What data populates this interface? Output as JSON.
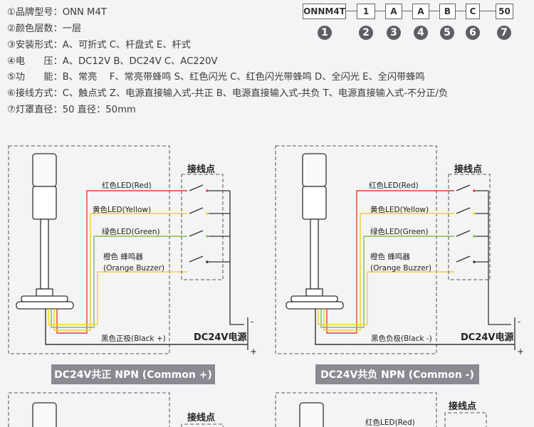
{
  "specs": [
    "①品牌型号：ONN M4T",
    "②颜色层数：一层",
    "③安装形式：A、可折式  C、杆盘式  E、杆式",
    "④电　　压：A、DC12V  B、DC24V  C、AC220V",
    "⑤功　　能：B、常亮　 F、常亮带蜂鸣  S、红色闪光  C、红色闪光带蜂鸣  D、全闪光  E、全闪带蜂鸣",
    "⑥接线方式：C、触点式  Z、电源直接输入式-共正  B、电源直接输入式-共负  T、电源直接输入式-不分正/负",
    "⑦灯罩直径：50  直径：50mm"
  ],
  "model_code": {
    "segments": [
      "ONNM4T",
      "1",
      "A",
      "A",
      "B",
      "C",
      "50"
    ],
    "numbers": [
      "1",
      "2",
      "3",
      "4",
      "5",
      "6",
      "7"
    ]
  },
  "diagrams": [
    {
      "terminal_title": "接线点",
      "led_red": "红色LED(Red)",
      "led_yellow": "黄色LED(Yellow)",
      "led_green": "绿色LED(Green)",
      "buzzer_line1": "橙色 蜂鸣器",
      "buzzer_line2": "(Orange Buzzer)",
      "black_wire": "黑色正极(Black +)",
      "power": "DC24V电源",
      "minus": "-",
      "plus": "+",
      "caption": "DC24V共正 NPN (Common +)"
    },
    {
      "terminal_title": "接线点",
      "led_red": "红色LED(Red)",
      "led_yellow": "黄色LED(Yellow)",
      "led_green": "绿色LED(Green)",
      "buzzer_line1": "橙色 蜂鸣器",
      "buzzer_line2": "(Orange Buzzer)",
      "black_wire": "黑色负极(Black -)",
      "power": "DC24V电源",
      "minus": "-",
      "plus": "+",
      "caption": "DC24V共负 NPN (Common  -)"
    }
  ],
  "bottom_partial": {
    "left_terminal_title": "接线点",
    "right_terminal_title": "接线点",
    "right_led_red": "红色LED(Red)"
  },
  "colors": {
    "red_wire": "#e8402a",
    "yellow_wire": "#f0d22a",
    "green_wire": "#7dc242",
    "black_wire": "#333333",
    "caption_bg": "#8a8a92"
  }
}
